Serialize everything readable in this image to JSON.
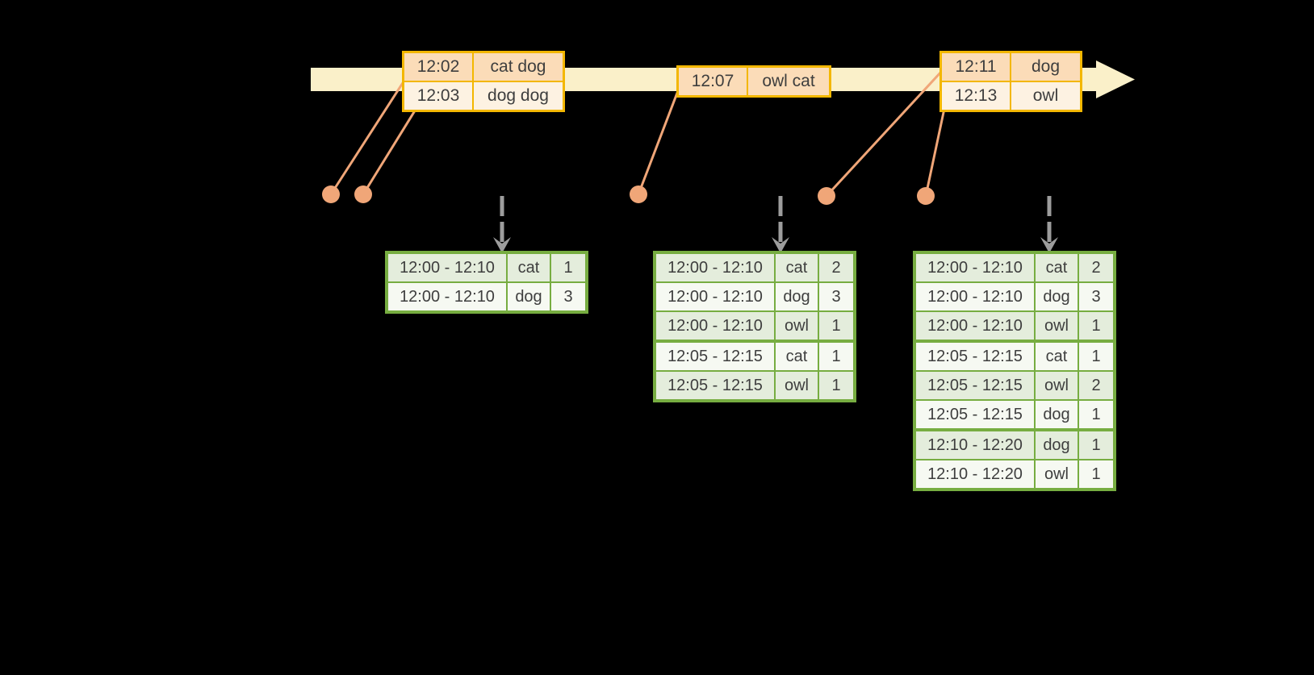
{
  "colors": {
    "background": "#000000",
    "timeline_band": "#faf0c9",
    "event_box_border": "#f3b700",
    "event_row_peach": "#fbdcb8",
    "event_row_cream": "#fdf2e2",
    "connector_orange": "#f0a678",
    "trigger_arrow_gray": "#9d9d9d",
    "result_table_border": "#77ad41",
    "result_row_green": "#e4eddc",
    "result_row_white": "#f6f9f2",
    "text": "#3e3e3e"
  },
  "event_batches": [
    {
      "rows": [
        {
          "time": "12:02",
          "words": "cat dog"
        },
        {
          "time": "12:03",
          "words": "dog dog"
        }
      ]
    },
    {
      "rows": [
        {
          "time": "12:07",
          "words": "owl cat"
        }
      ]
    },
    {
      "rows": [
        {
          "time": "12:11",
          "words": "dog"
        },
        {
          "time": "12:13",
          "words": "owl"
        }
      ]
    }
  ],
  "result_tables": [
    {
      "rows": [
        {
          "window": "12:00 - 12:10",
          "word": "cat",
          "count": "1"
        },
        {
          "window": "12:00 - 12:10",
          "word": "dog",
          "count": "3"
        }
      ]
    },
    {
      "rows": [
        {
          "window": "12:00 - 12:10",
          "word": "cat",
          "count": "2"
        },
        {
          "window": "12:00 - 12:10",
          "word": "dog",
          "count": "3"
        },
        {
          "window": "12:00 - 12:10",
          "word": "owl",
          "count": "1"
        },
        {
          "window": "12:05 - 12:15",
          "word": "cat",
          "count": "1"
        },
        {
          "window": "12:05 - 12:15",
          "word": "owl",
          "count": "1"
        }
      ]
    },
    {
      "rows": [
        {
          "window": "12:00 - 12:10",
          "word": "cat",
          "count": "2"
        },
        {
          "window": "12:00 - 12:10",
          "word": "dog",
          "count": "3"
        },
        {
          "window": "12:00 - 12:10",
          "word": "owl",
          "count": "1"
        },
        {
          "window": "12:05 - 12:15",
          "word": "cat",
          "count": "1"
        },
        {
          "window": "12:05 - 12:15",
          "word": "owl",
          "count": "2"
        },
        {
          "window": "12:05 - 12:15",
          "word": "dog",
          "count": "1"
        },
        {
          "window": "12:10 - 12:20",
          "word": "dog",
          "count": "1"
        },
        {
          "window": "12:10 - 12:20",
          "word": "owl",
          "count": "1"
        }
      ]
    }
  ]
}
